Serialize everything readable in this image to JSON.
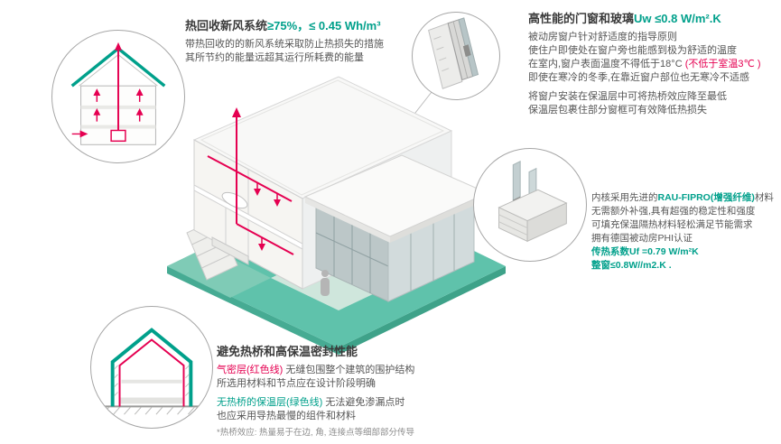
{
  "colors": {
    "accent_green": "#00A08B",
    "accent_red": "#E50051",
    "ground_teal": "#5FC2AB",
    "text_dark": "#3a3a3a",
    "text_body": "#565656"
  },
  "callout_heat_recovery": {
    "title_black": "热回收新风系统",
    "title_green": "≥75%，≤ 0.45 Wh/m³",
    "line1": "带热回收的的新风系统采取防止热损失的措施",
    "line2": "其所节约的能量远超其运行所耗费的能量"
  },
  "callout_window_glass": {
    "title_black": "高性能的门窗和玻璃",
    "title_green": "Uw ≤0.8 W/m².K",
    "line1": "被动房窗户针对舒适度的指导原则",
    "line2": "使住户即使处在窗户旁也能感到极为舒适的温度",
    "line3_pre": "在室内,窗户表面温度不得低于18°C ",
    "line3_red": "(不低于室温3℃ )",
    "line4": "即使在寒冷的冬季,在靠近窗户部位也无寒冷不适感",
    "line5": "将窗户安装在保温层中可将热桥效应降至最低",
    "line6": "保温层包裹住部分窗框可有效降低热损失"
  },
  "callout_profile": {
    "line1_pre": "内核采用先进的",
    "line1_green": "RAU-FIPRO(增强纤维)",
    "line1_post": "材料",
    "line2": "无需额外补强,具有超强的稳定性和强度",
    "line3": "可填充保温隔热材料轻松满足节能需求",
    "line4": "拥有德国被动房PHI认证",
    "line5": "传热系数Uf =0.79 W/m²K",
    "line6": "整窗≤0.8W//m2.K ."
  },
  "callout_thermal_bridge": {
    "title": "避免热桥和高保温密封性能",
    "line1_red": "气密层(红色线)",
    "line1_rest": " 无缝包围整个建筑的围护结构",
    "line2": "所选用材料和节点应在设计阶段明确",
    "line3_green": "无热桥的保温层(绿色线)",
    "line3_rest": " 无法避免渗漏点时",
    "line4": "也应采用导热最慢的组件和材料",
    "footnote": "*热桥效应: 热量易于在边, 角, 连接点等细部部分传导"
  }
}
